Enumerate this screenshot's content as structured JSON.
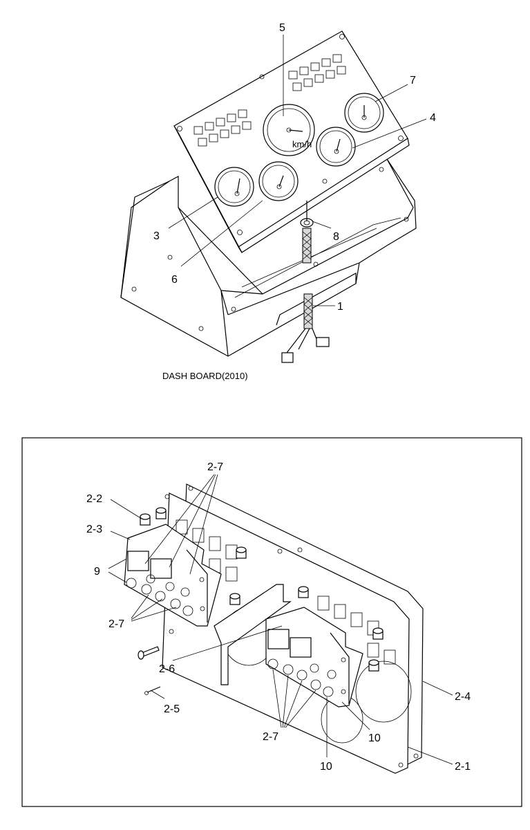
{
  "top_diagram": {
    "caption": "DASH BOARD(2010)",
    "callouts": [
      "5",
      "7",
      "4",
      "3",
      "8",
      "6",
      "1"
    ],
    "gauge_unit_text": "km/h"
  },
  "bottom_diagram": {
    "callouts": [
      "2-7",
      "2-2",
      "2-3",
      "9",
      "2-7",
      "2-6",
      "2-5",
      "2-7",
      "10",
      "10",
      "2-4",
      "2-1"
    ]
  }
}
